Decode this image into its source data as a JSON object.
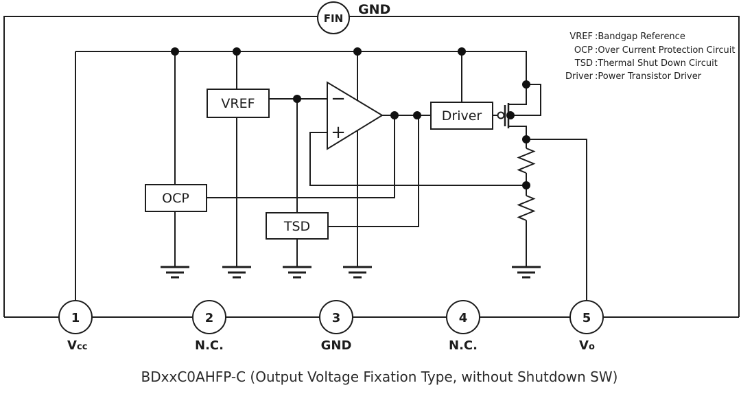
{
  "colors": {
    "line": "#1c1c1c",
    "background": "#ffffff",
    "text": "#1c1c1c"
  },
  "header": {
    "fin_pin_label": "FIN",
    "fin_net_label": "GND"
  },
  "legend": {
    "items": [
      {
        "term": "VREF",
        "desc": ":Bandgap Reference"
      },
      {
        "term": "OCP",
        "desc": ":Over Current Protection Circuit"
      },
      {
        "term": "TSD",
        "desc": ":Thermal Shut Down Circuit"
      },
      {
        "term": "Driver",
        "desc": ":Power Transistor Driver"
      }
    ]
  },
  "blocks": {
    "vref_label": "VREF",
    "ocp_label": "OCP",
    "tsd_label": "TSD",
    "driver_label": "Driver"
  },
  "opamp": {
    "minus_sign": "−",
    "plus_sign": "+"
  },
  "pins": [
    {
      "number": "1",
      "label": "V",
      "sub": "cc"
    },
    {
      "number": "2",
      "label": "N.C.",
      "sub": ""
    },
    {
      "number": "3",
      "label": "GND",
      "sub": ""
    },
    {
      "number": "4",
      "label": "N.C.",
      "sub": ""
    },
    {
      "number": "5",
      "label": "V",
      "sub": "o"
    }
  ],
  "caption": "BDxxC0AHFP-C (Output Voltage Fixation Type, without Shutdown SW)"
}
